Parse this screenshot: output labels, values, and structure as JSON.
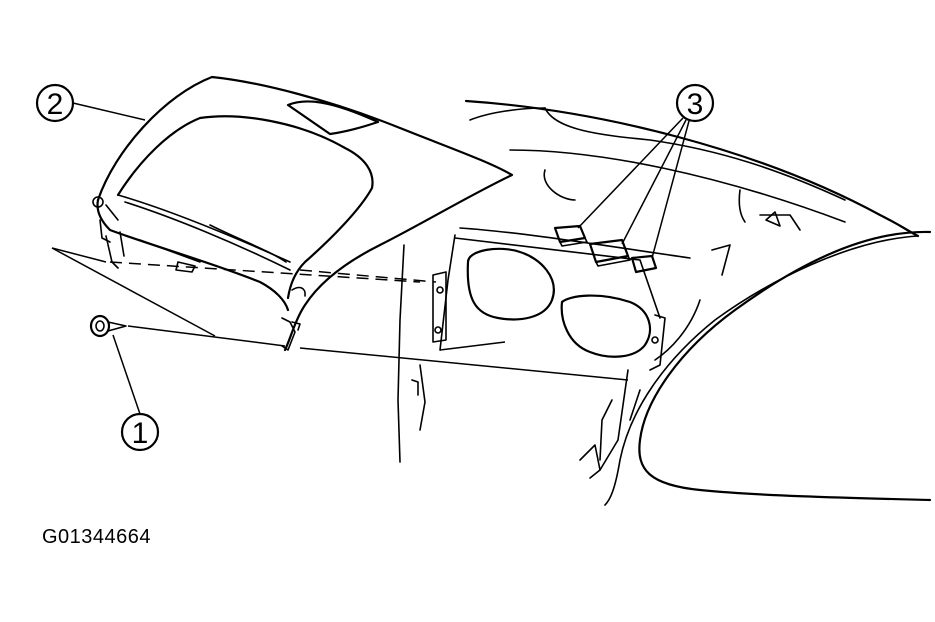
{
  "callouts": [
    {
      "number": "1"
    },
    {
      "number": "2"
    },
    {
      "number": "3"
    }
  ],
  "figure_code": "G01344664"
}
